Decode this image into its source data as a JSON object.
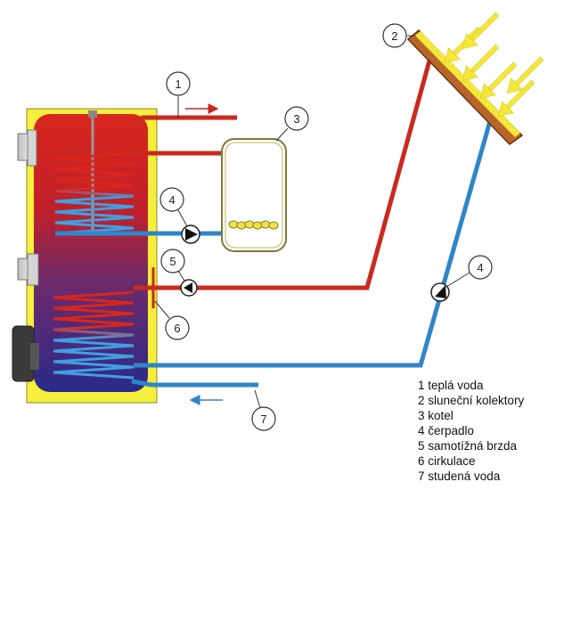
{
  "callouts": {
    "c1": "1",
    "c2": "2",
    "c3": "3",
    "c4a": "4",
    "c4b": "4",
    "c5": "5",
    "c6": "6",
    "c7": "7"
  },
  "legend": [
    "1 teplá voda",
    "2 sluneční kolektory",
    "3 kotel",
    "4 čerpadlo",
    "5 samotížná brzda",
    "6 cirkulace",
    "7 studená voda"
  ],
  "colors": {
    "hot_pipe": "#c92a1e",
    "cold_pipe": "#2e86c8",
    "tank_insulation": "#f5ee3a",
    "tank_top": "#d8261c",
    "tank_bottom": "#2a2a8a",
    "collector_frame": "#b8652a",
    "sun_arrows": "#f3e83a"
  }
}
